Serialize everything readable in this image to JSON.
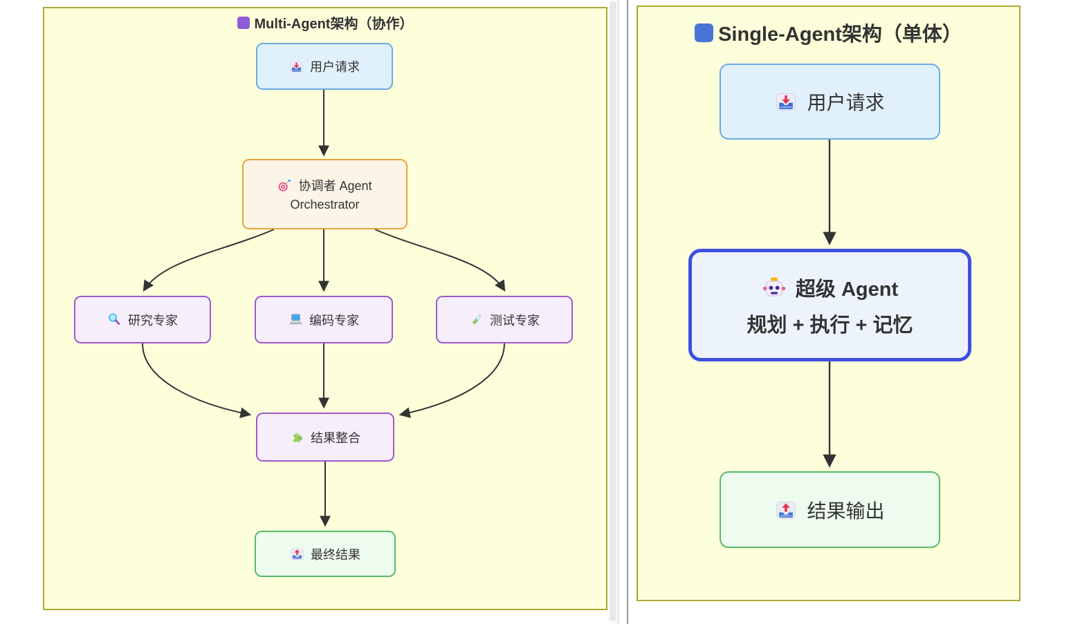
{
  "left_panel": {
    "title": "Multi-Agent架构（协作）",
    "legend_color": "#8F5BD8",
    "nodes": {
      "user_request": {
        "icon": "inbox-icon",
        "label": "用户请求"
      },
      "orchestrator": {
        "icon": "target-icon",
        "line1": "协调者 Agent",
        "line2": "Orchestrator"
      },
      "research": {
        "icon": "magnifier-icon",
        "label": "研究专家"
      },
      "coding": {
        "icon": "laptop-icon",
        "label": "编码专家"
      },
      "testing": {
        "icon": "testtube-icon",
        "label": "测试专家"
      },
      "merge": {
        "icon": "puzzle-icon",
        "label": "结果整合"
      },
      "final": {
        "icon": "outbox-icon",
        "label": "最终结果"
      }
    }
  },
  "right_panel": {
    "title": "Single-Agent架构（单体）",
    "legend_color": "#4874D8",
    "nodes": {
      "user_request": {
        "icon": "inbox-icon",
        "label": "用户请求"
      },
      "super_agent": {
        "icon": "robot-icon",
        "line1": "超级 Agent",
        "line2": "规划 + 执行 + 记忆"
      },
      "output": {
        "icon": "outbox-icon",
        "label": "结果输出"
      }
    }
  },
  "palette": {
    "panel_bg": "#FDFFDB",
    "panel_border": "#AAAA33",
    "arrow": "#333333",
    "blue_node_bg": "#E1F1FC",
    "blue_node_border": "#66ABE3",
    "orange_node_bg": "#FCF4E7",
    "orange_node_border": "#E8A33D",
    "purple_node_bg": "#F6EFFB",
    "purple_node_border": "#9B59CE",
    "green_node_bg": "#EEFBEF",
    "green_node_border": "#58BB66",
    "super_node_bg": "#EDF3FD",
    "super_node_border": "#3C4FDE"
  }
}
